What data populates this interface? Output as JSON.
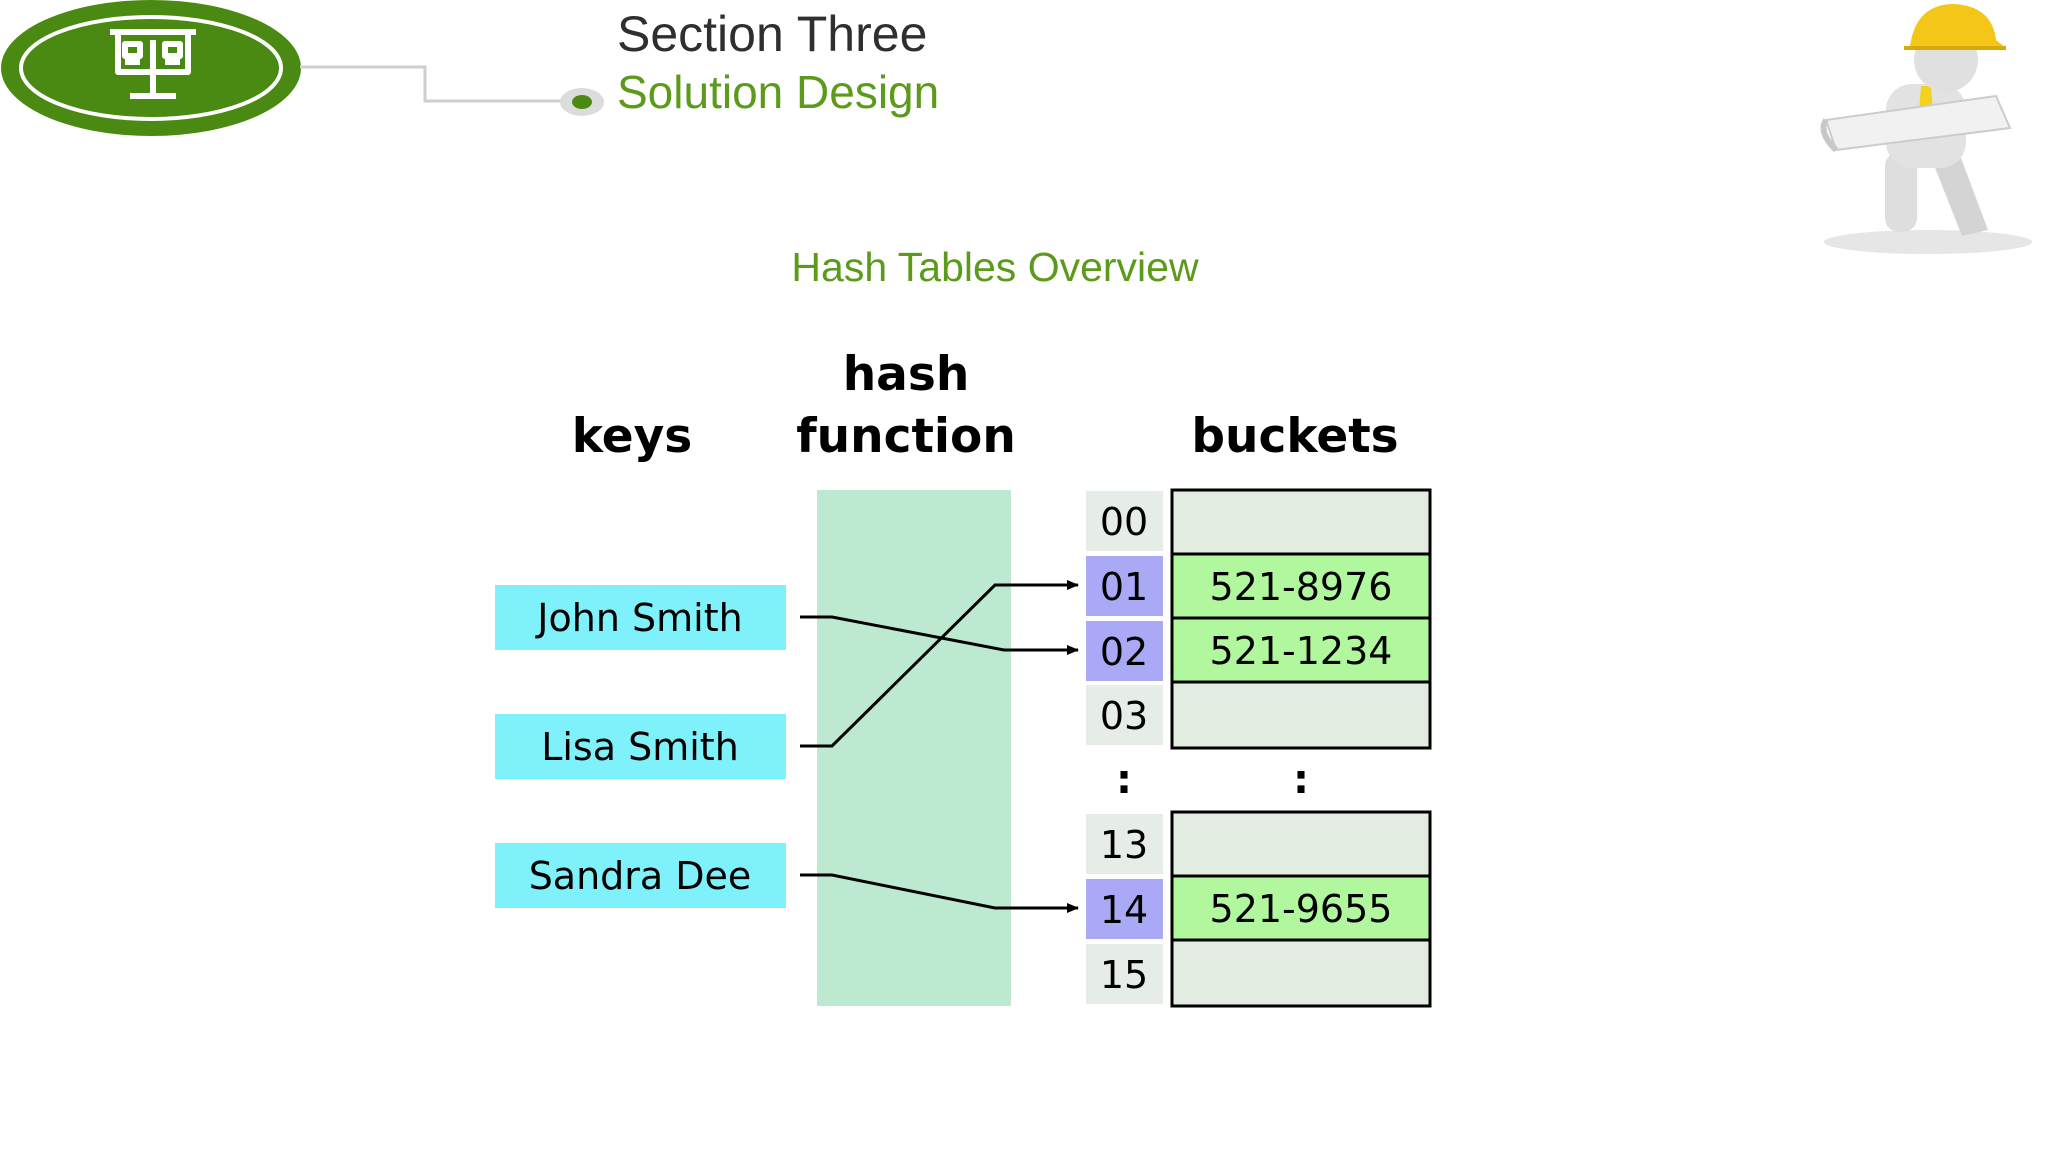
{
  "header": {
    "section_title": "Section Three",
    "section_subtitle": "Solution Design"
  },
  "slide": {
    "title": "Hash Tables Overview"
  },
  "diagram": {
    "headings": {
      "keys": "keys",
      "hash_line1": "hash",
      "hash_line2": "function",
      "buckets": "buckets"
    },
    "keys": [
      "John Smith",
      "Lisa Smith",
      "Sandra Dee"
    ],
    "indexes": [
      "00",
      "01",
      "02",
      "03",
      "13",
      "14",
      "15"
    ],
    "bucket_values": [
      "",
      "521-8976",
      "521-1234",
      "",
      "",
      "521-9655",
      ""
    ],
    "ellipsis": ":",
    "mappings": [
      {
        "key": "John Smith",
        "index": "02"
      },
      {
        "key": "Lisa Smith",
        "index": "01"
      },
      {
        "key": "Sandra Dee",
        "index": "14"
      }
    ]
  },
  "colors": {
    "brand_green": "#5b9a1a",
    "key_box": "#7ef1fb",
    "hash_band": "#bde9d1",
    "index_default": "#e6ece6",
    "index_highlight": "#a9a9f5",
    "bucket_empty": "#e3ece1",
    "bucket_filled": "#b0f79e"
  }
}
